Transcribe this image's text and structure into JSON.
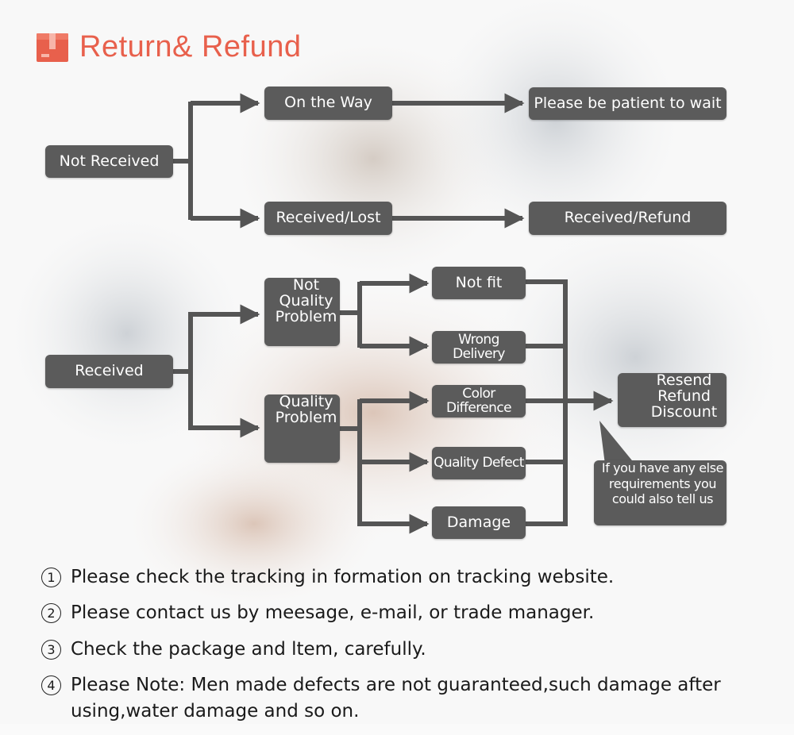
{
  "title": "Return& Refund",
  "flow": {
    "not_received": "Not Received",
    "on_the_way": "On the Way",
    "please_wait": "Please be patient to wait",
    "received_lost": "Received/Lost",
    "received_refund": "Received/Refund",
    "received": "Received",
    "not_quality_problem": [
      "Not",
      "Quality",
      "Problem"
    ],
    "quality_problem": [
      "Quality",
      "Problem"
    ],
    "not_fit": "Not fit",
    "wrong_delivery": "Wrong Delivery",
    "color_difference": "Color Difference",
    "quality_defect": "Quality Defect",
    "damage": "Damage",
    "outcome": [
      "Resend",
      "Refund",
      "Discount"
    ],
    "requirements_note": [
      "If you have any else",
      "requirements you",
      "could also tell us"
    ]
  },
  "notes": [
    {
      "num": "1",
      "text": "Please check the tracking in formation on tracking website."
    },
    {
      "num": "2",
      "text": "Please contact us by meesage, e-mail, or trade manager."
    },
    {
      "num": "3",
      "text": "Check the package and ltem, carefully."
    },
    {
      "num": "4",
      "text": "Please Note: Men made defects  are not guaranteed,such damage after using,water damage and so on."
    }
  ],
  "colors": {
    "node": "#5b5b5b",
    "accent": "#e8604c",
    "line": "#555555"
  }
}
